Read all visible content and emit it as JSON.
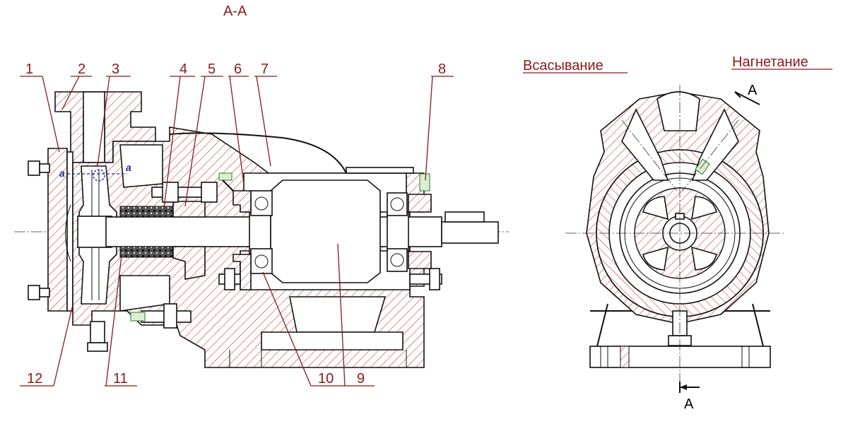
{
  "section_title": "А-А",
  "labels": {
    "suction": "Всасывание",
    "discharge": "Нагнетание"
  },
  "callouts": [
    "1",
    "2",
    "3",
    "4",
    "5",
    "6",
    "7",
    "8",
    "9",
    "10",
    "11",
    "12"
  ],
  "detail_marks": [
    "a",
    "a"
  ],
  "section_marks": [
    "А",
    "А"
  ],
  "colors": {
    "leader_red": "#8b1a1a",
    "hatch_red": "#c0392b",
    "outline": "#111111",
    "detail_blue": "#1a2a9a",
    "fitting_green": "#2a7a2a"
  }
}
